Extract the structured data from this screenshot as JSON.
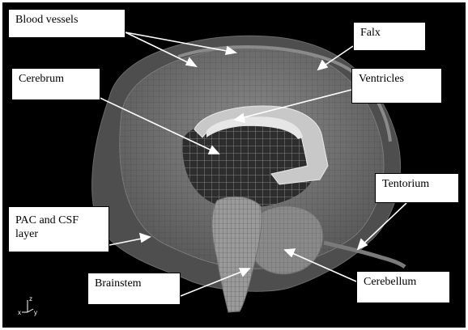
{
  "labels": {
    "blood_vessels": "Blood vessels",
    "falx": "Falx",
    "cerebrum": "Cerebrum",
    "ventricles": "Ventricles",
    "tentorium": "Tentorium",
    "pac_csf": "PAC and CSF layer",
    "brainstem": "Brainstem",
    "cerebellum": "Cerebellum"
  },
  "axis_triad": {
    "z": "z",
    "x": "x",
    "y": "y"
  },
  "colors": {
    "background": "#000000",
    "outer_shell": "#5a5a5a",
    "mesh_body": "#8c8c8c",
    "cerebrum_mesh": "#2d2d2d",
    "ventricles": "#c8c8c8",
    "annotation": "#ffffff"
  }
}
